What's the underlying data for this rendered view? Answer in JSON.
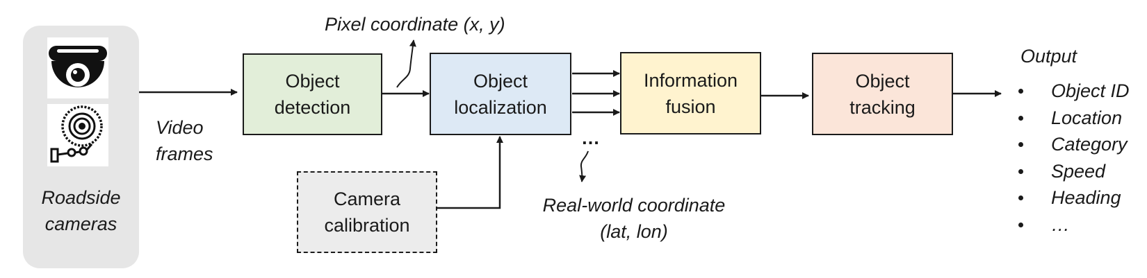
{
  "cameras": {
    "label": "Roadside\ncameras",
    "icons": [
      "dome-camera-icon",
      "surveillance-camera-icon"
    ]
  },
  "video_frames_label": "Video\nframes",
  "nodes": {
    "detection": {
      "label": "Object\ndetection",
      "fill": "#e2eed9"
    },
    "localization": {
      "label": "Object\nlocalization",
      "fill": "#dde9f5"
    },
    "fusion": {
      "label": "Information\nfusion",
      "fill": "#fff3cf"
    },
    "tracking": {
      "label": "Object\ntracking",
      "fill": "#fbe5d9"
    },
    "calibration": {
      "label": "Camera\ncalibration",
      "fill": "#ececec"
    }
  },
  "annotations": {
    "pixel_coordinate": "Pixel coordinate (x, y)",
    "real_world_coordinate": "Real-world coordinate\n(lat, lon)",
    "more_inputs": "…"
  },
  "output": {
    "title": "Output",
    "items": [
      "Object ID",
      "Location",
      "Category",
      "Speed",
      "Heading",
      "…"
    ]
  },
  "colors": {
    "panel_bg": "#e6e6e6",
    "stroke": "#1a1a1a"
  }
}
